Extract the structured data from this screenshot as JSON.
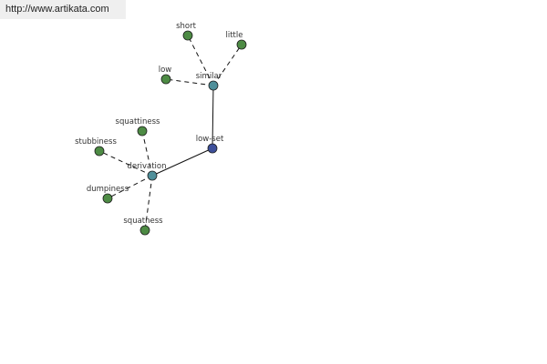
{
  "banner": {
    "url": "http://www.artikata.com"
  },
  "colors": {
    "central_node": "#3d4f9a",
    "hub_node": "#4f8f9a",
    "leaf_node": "#4d8b44",
    "node_stroke": "#1e1e1e",
    "edge": "#111111",
    "label": "#333333"
  },
  "graph": {
    "nodes": [
      {
        "id": "low-set",
        "label": "low-set",
        "kind": "central"
      },
      {
        "id": "similar",
        "label": "similar",
        "kind": "hub"
      },
      {
        "id": "derivation",
        "label": "derivation",
        "kind": "hub"
      },
      {
        "id": "short",
        "label": "short",
        "kind": "leaf"
      },
      {
        "id": "little",
        "label": "little",
        "kind": "leaf"
      },
      {
        "id": "low",
        "label": "low",
        "kind": "leaf"
      },
      {
        "id": "squattiness",
        "label": "squattiness",
        "kind": "leaf"
      },
      {
        "id": "stubbiness",
        "label": "stubbiness",
        "kind": "leaf"
      },
      {
        "id": "dumpiness",
        "label": "dumpiness",
        "kind": "leaf"
      },
      {
        "id": "squatness",
        "label": "squatness",
        "kind": "leaf"
      }
    ],
    "edges": [
      {
        "from": "low-set",
        "to": "similar",
        "style": "solid"
      },
      {
        "from": "low-set",
        "to": "derivation",
        "style": "solid"
      },
      {
        "from": "similar",
        "to": "short",
        "style": "dashed"
      },
      {
        "from": "similar",
        "to": "little",
        "style": "dashed"
      },
      {
        "from": "similar",
        "to": "low",
        "style": "dashed"
      },
      {
        "from": "derivation",
        "to": "squattiness",
        "style": "dashed"
      },
      {
        "from": "derivation",
        "to": "stubbiness",
        "style": "dashed"
      },
      {
        "from": "derivation",
        "to": "dumpiness",
        "style": "dashed"
      },
      {
        "from": "derivation",
        "to": "squatness",
        "style": "dashed"
      }
    ]
  }
}
